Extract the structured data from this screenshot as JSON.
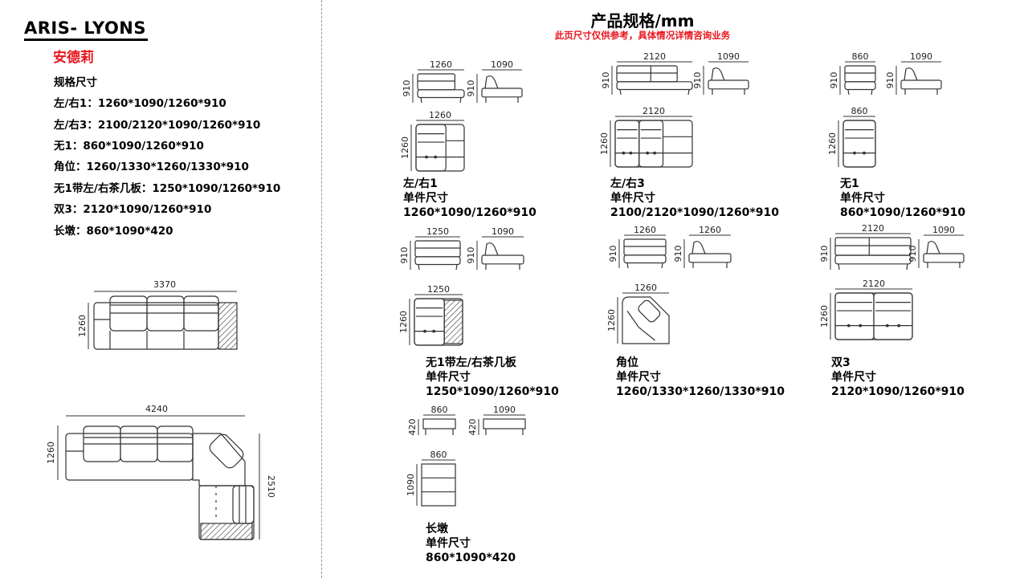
{
  "header": {
    "brand": "ARIS- LYONS",
    "name_cn": "安德莉",
    "title": "产品规格/mm",
    "subtitle": "此页尺寸仅供参考，具体情况详情咨询业务"
  },
  "spec_list": {
    "heading": "规格尺寸",
    "items": [
      "左/右1：1260*1090/1260*910",
      "左/右3：2100/2120*1090/1260*910",
      "无1：860*1090/1260*910",
      "角位：1260/1330*1260/1330*910",
      "无1带左/右茶几板：1250*1090/1260*910",
      "双3：2120*1090/1260*910",
      "长墩：860*1090*420"
    ]
  },
  "layouts": [
    {
      "width": "3370",
      "depth": "1260"
    },
    {
      "width": "4240",
      "depth": "1260",
      "length": "2510"
    }
  ],
  "modules": [
    {
      "name": "左/右1",
      "label": "单件尺寸",
      "size": "1260*1090/1260*910",
      "dims": {
        "front_w": "1260",
        "front_h": "910",
        "side_w": "1090",
        "side_h": "910",
        "top_w": "1260",
        "top_h": "1260"
      }
    },
    {
      "name": "左/右3",
      "label": "单件尺寸",
      "size": "2100/2120*1090/1260*910",
      "dims": {
        "front_w": "2120",
        "front_h": "910",
        "side_w": "1090",
        "side_h": "910",
        "top_w": "2120",
        "top_h": "1260"
      }
    },
    {
      "name": "无1",
      "label": "单件尺寸",
      "size": "860*1090/1260*910",
      "dims": {
        "front_w": "860",
        "front_h": "910",
        "side_w": "1090",
        "side_h": "910",
        "top_w": "860",
        "top_h": "1260"
      }
    },
    {
      "name": "无1带左/右茶几板",
      "label": "单件尺寸",
      "size": "1250*1090/1260*910",
      "dims": {
        "front_w": "1250",
        "front_h": "910",
        "side_w": "1090",
        "side_h": "910",
        "top_w": "1250",
        "top_h": "1260"
      }
    },
    {
      "name": "角位",
      "label": "单件尺寸",
      "size": "1260/1330*1260/1330*910",
      "dims": {
        "front_w": "1260",
        "front_h": "910",
        "side_w": "1260",
        "side_h": "910",
        "top_w": "1260",
        "top_h": "1260"
      }
    },
    {
      "name": "双3",
      "label": "单件尺寸",
      "size": "2120*1090/1260*910",
      "dims": {
        "front_w": "2120",
        "front_h": "910",
        "side_w": "1090",
        "side_h": "910",
        "top_w": "2120",
        "top_h": "1260"
      }
    },
    {
      "name": "长墩",
      "label": "单件尺寸",
      "size": "860*1090*420",
      "dims": {
        "front_w": "860",
        "front_h": "420",
        "side_w": "1090",
        "side_h": "420",
        "top_w": "860",
        "top_h": "1090"
      }
    }
  ]
}
